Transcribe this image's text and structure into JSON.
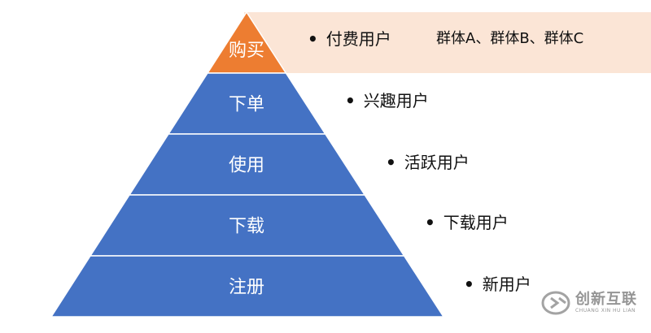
{
  "colors": {
    "top_layer": "#ED7D31",
    "layers": "#4472C4",
    "highlight_band": "#FBE5D6",
    "layer_text": "#FFFFFF"
  },
  "pyramid": {
    "layers": [
      {
        "label": "购买",
        "annotation": "付费用户"
      },
      {
        "label": "下单",
        "annotation": "兴趣用户"
      },
      {
        "label": "使用",
        "annotation": "活跃用户"
      },
      {
        "label": "下载",
        "annotation": "下载用户"
      },
      {
        "label": "注册",
        "annotation": "新用户"
      }
    ],
    "groups_text": "群体A、群体B、群体C"
  },
  "watermark": {
    "text": "创新互联",
    "sub_text": "CHUANG XIN HU LIAN",
    "icon": "logo-icon"
  }
}
